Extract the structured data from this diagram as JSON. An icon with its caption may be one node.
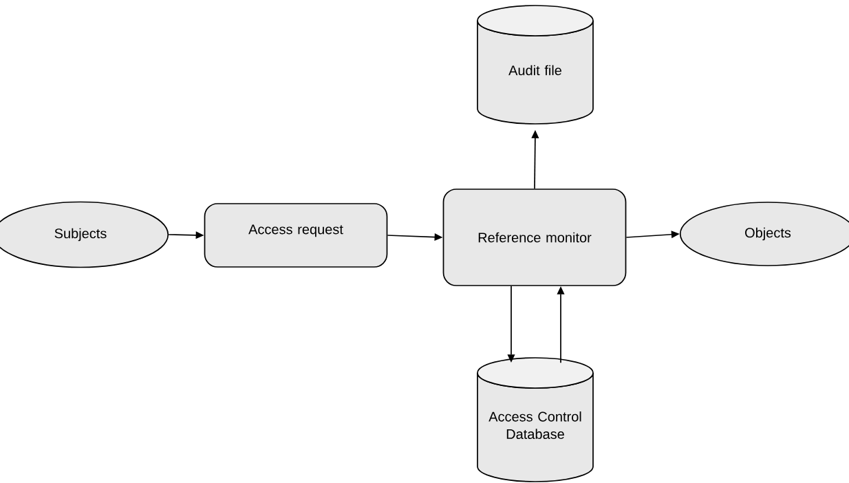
{
  "diagram": {
    "nodes": [
      {
        "text": [
          "Subjects"
        ]
      },
      {
        "text": [
          "Access request"
        ]
      },
      {
        "text": [
          "Reference monitor"
        ]
      },
      {
        "text": [
          "Objects"
        ]
      },
      {
        "text": [
          "Audit file"
        ]
      },
      {
        "text": [
          "Access Control Database"
        ]
      }
    ],
    "edges": [
      {
        "from": 0,
        "to": 1,
        "arrow": "to"
      },
      {
        "from": 1,
        "to": 2,
        "arrow": "to"
      },
      {
        "from": 2,
        "to": 3,
        "arrow": "to"
      },
      {
        "from": 2,
        "to": 4,
        "arrow": "to"
      },
      {
        "from": 2,
        "to": 5,
        "arrow": "to"
      },
      {
        "from": 5,
        "to": 2,
        "arrow": "to"
      }
    ]
  }
}
